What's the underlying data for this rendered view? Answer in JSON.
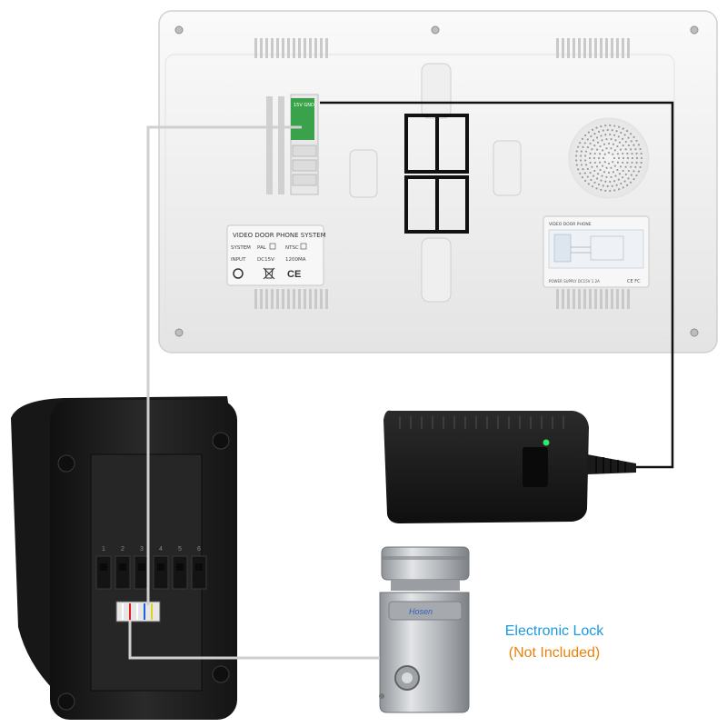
{
  "monitor": {
    "label_title": "VIDEO DOOR PHONE SYSTEM",
    "label_system": "SYSTEM",
    "label_pal": "PAL",
    "label_ntsc": "NTSC",
    "label_input": "INPUT",
    "label_voltage": "DC15V",
    "label_current": "1200MA",
    "label_ce": "CE",
    "wiring_title": "VIDEO DOOR PHONE",
    "wiring_power": "POWER SUPPLY DC15V 1.2A",
    "wiring_marks": "CE FC",
    "terminal_labels": "15V GND"
  },
  "camera": {
    "terminal_numbers": [
      "1",
      "2",
      "3",
      "4",
      "5",
      "6"
    ]
  },
  "lock": {
    "brand": "Hosen",
    "title": "Electronic Lock",
    "subtitle": "(Not Included)"
  },
  "colors": {
    "monitor_body": "#f4f4f4",
    "camera_body": "#1e1e1e",
    "adapter_body": "#1c1c1c",
    "wire_black": "#111111",
    "wire_white": "#cfcfcf",
    "lock_metal": "#b9bcc0",
    "caption_blue": "#1a9be0",
    "caption_orange": "#e8830c",
    "led_green": "#2ee86a"
  }
}
